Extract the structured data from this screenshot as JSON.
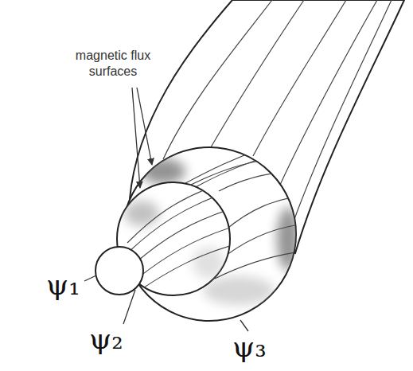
{
  "diagram": {
    "labels": [
      "magnetic flux surfaces",
      "ψ₁",
      "ψ₂",
      "ψ₃"
    ]
  }
}
